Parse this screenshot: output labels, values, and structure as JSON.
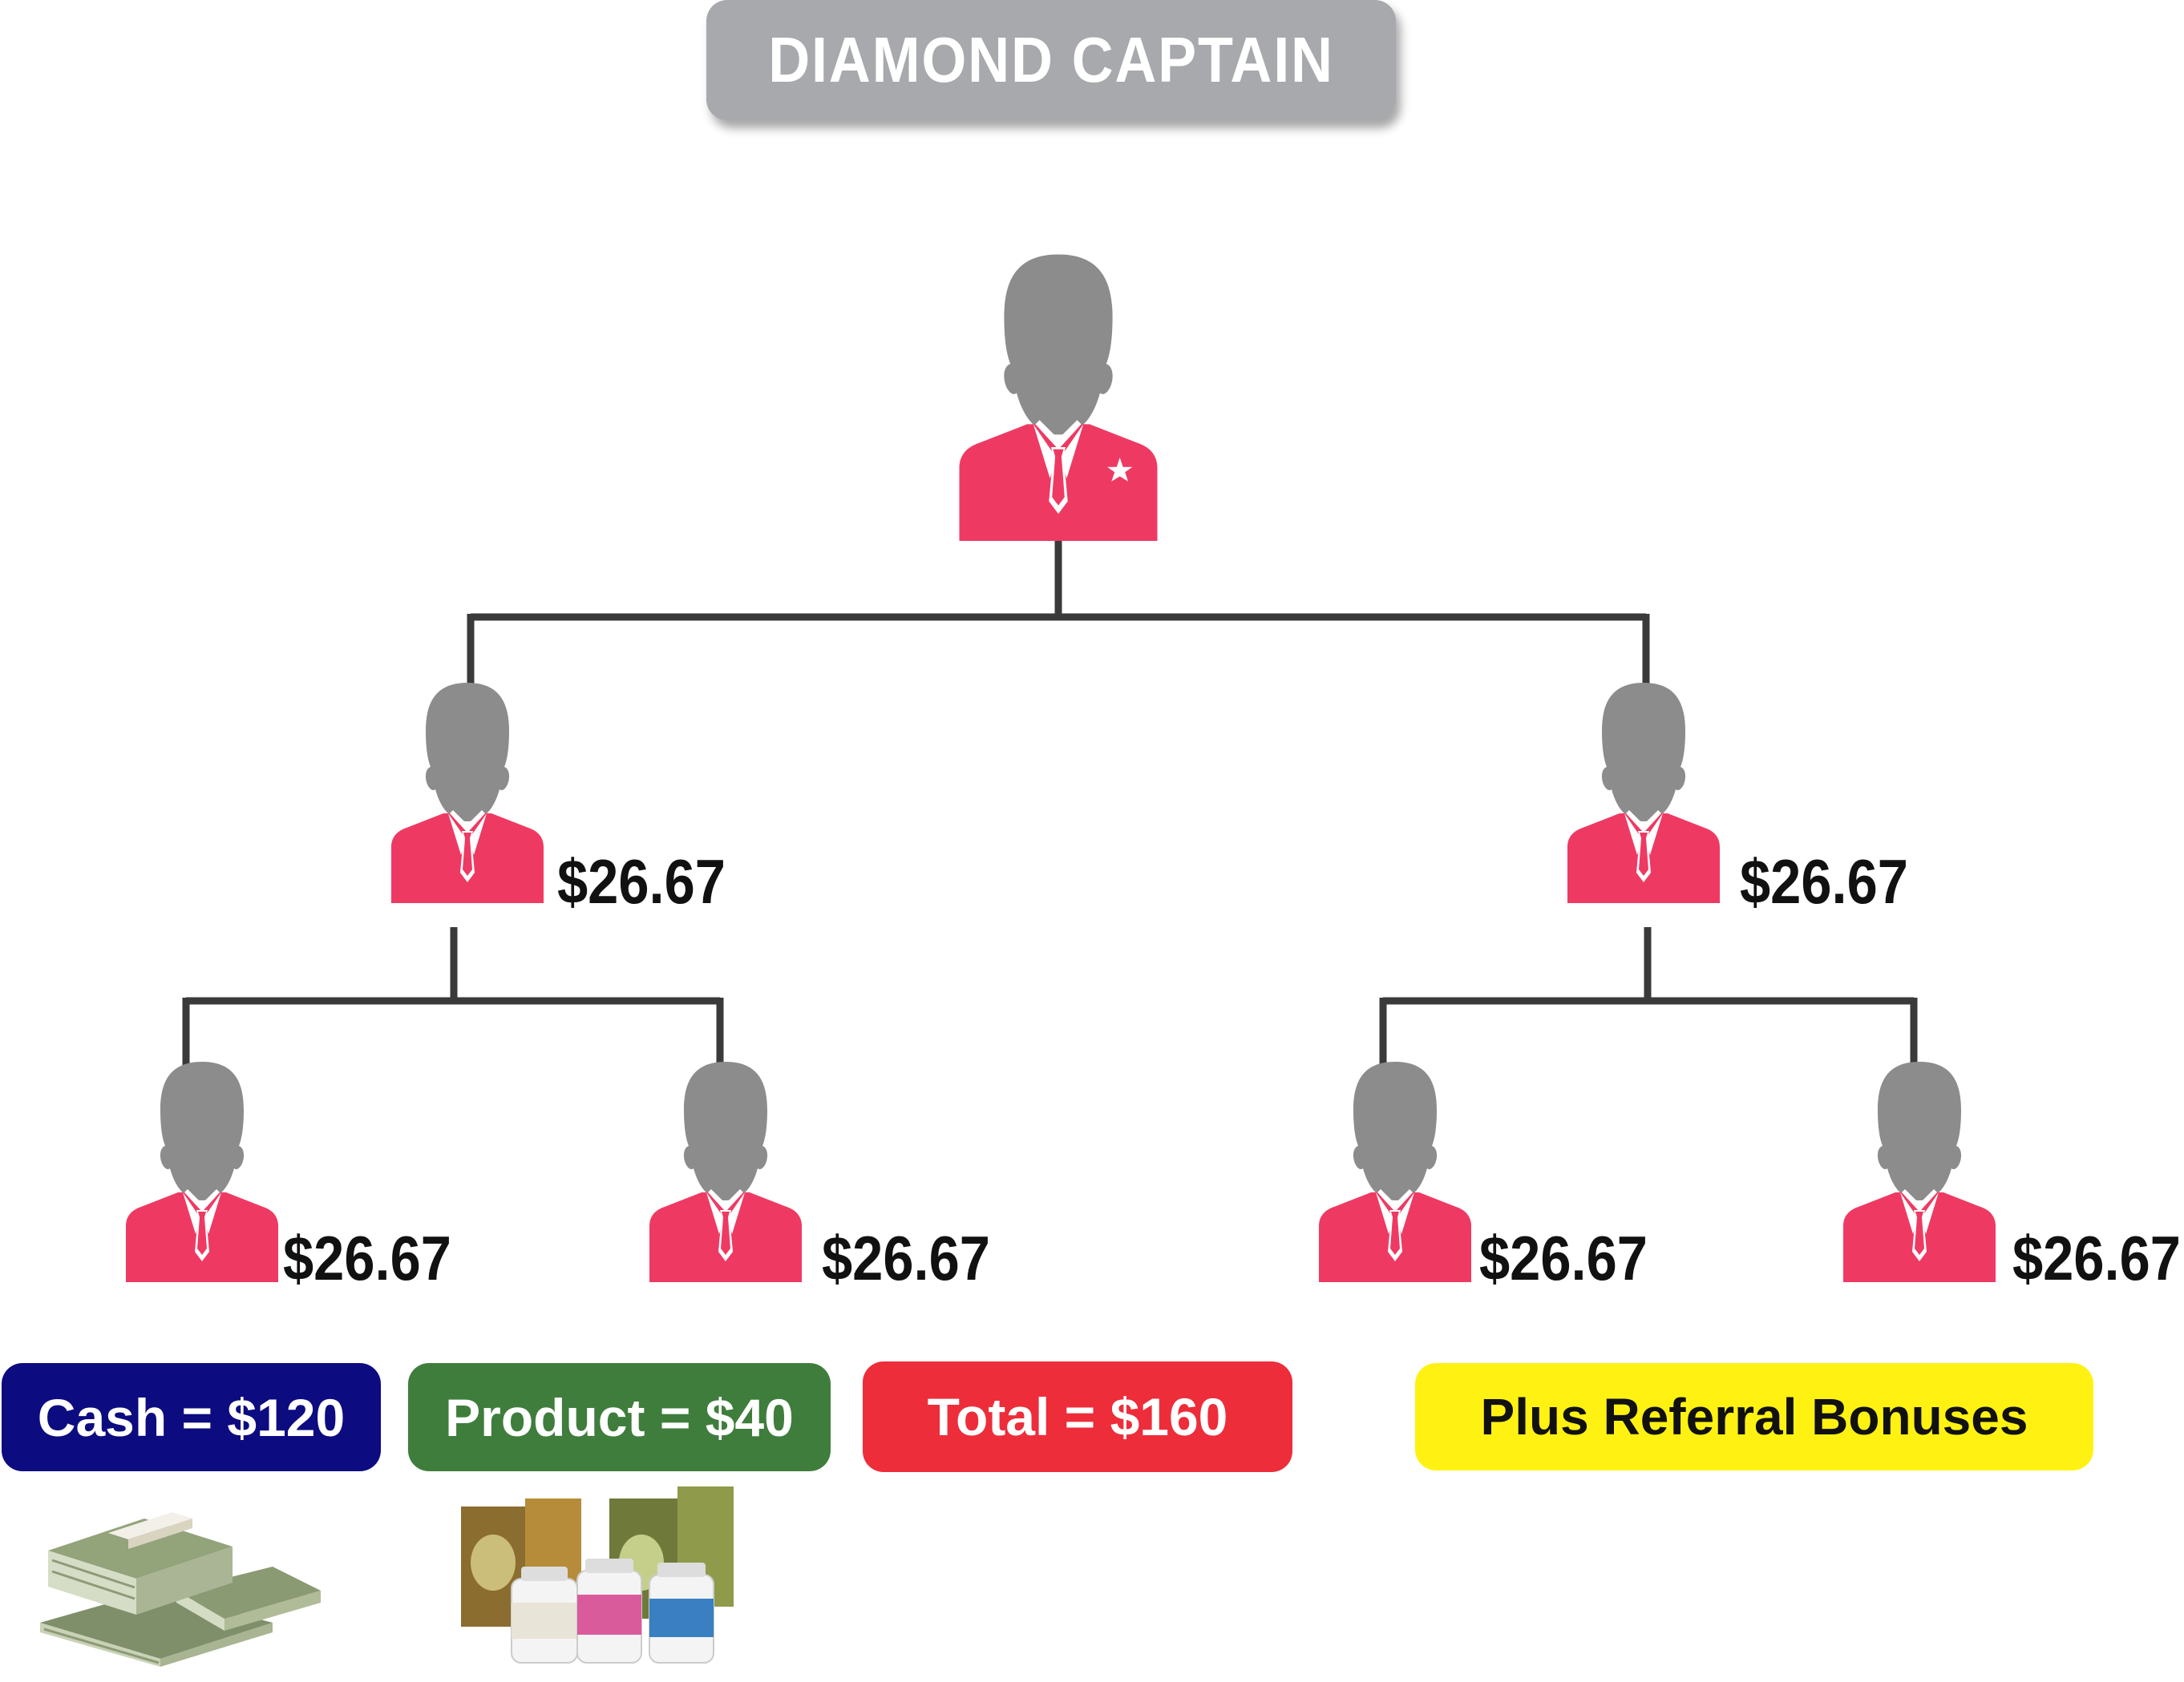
{
  "title": "DIAMOND CAPTAIN",
  "icons": {
    "person": "person-silhouette-icon",
    "captain": "person-with-star-icon",
    "cash": "money-stack-icon",
    "product": "product-boxes-icon"
  },
  "colors": {
    "title_bg": "#a7a9ac",
    "suit": "#ee3a63",
    "head": "#8c8c8c",
    "line": "#3a3a3a",
    "cash": "#0d0b80",
    "product": "#3f7d3c",
    "total": "#ed2d3a",
    "bonus": "#fff212"
  },
  "level1": [
    {
      "amount": "$26.67"
    },
    {
      "amount": "$26.67"
    }
  ],
  "level2": [
    {
      "amount": "$26.67"
    },
    {
      "amount": "$26.67"
    },
    {
      "amount": "$26.67"
    },
    {
      "amount": "$26.67"
    }
  ],
  "summary": {
    "cash": "Cash = $120",
    "product": "Product = $40",
    "total": "Total =  $160",
    "bonus": "Plus Referral Bonuses"
  }
}
